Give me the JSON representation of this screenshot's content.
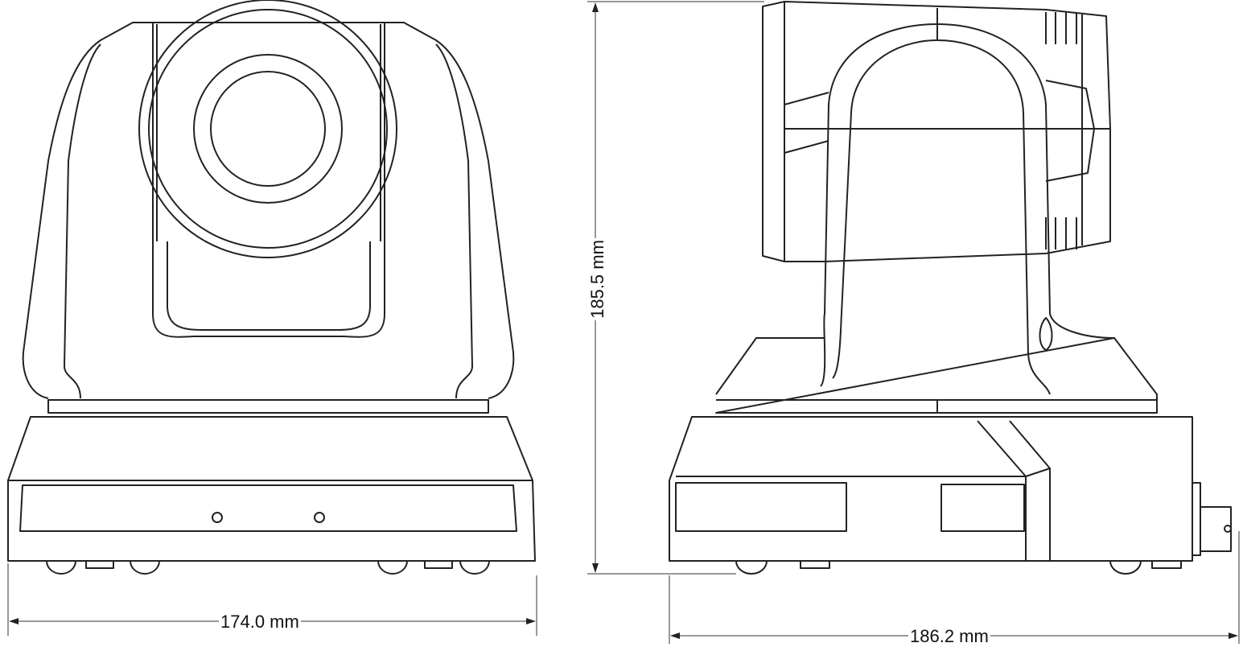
{
  "dimensions": {
    "front_width": "174.0 mm",
    "height": "185.5 mm",
    "side_depth": "186.2 mm"
  }
}
